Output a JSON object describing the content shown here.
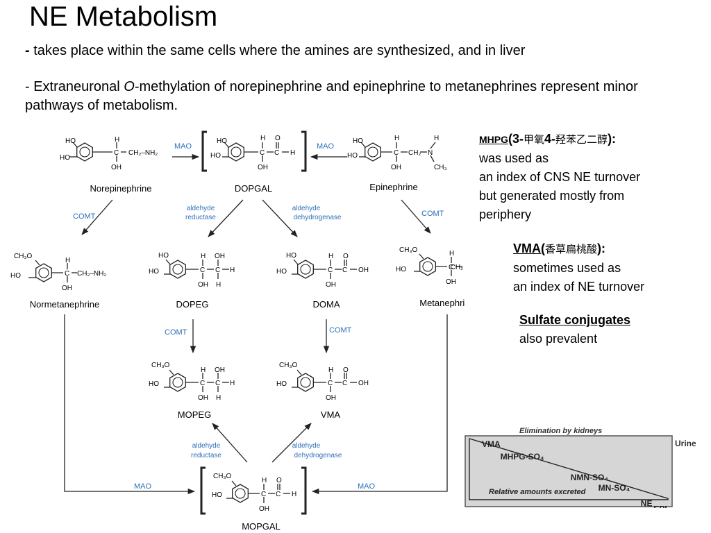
{
  "slide": {
    "title": "NE Metabolism",
    "bullet1_dash": "-",
    "bullet1_text": " takes place within the same cells where the amines are synthesized, and in liver",
    "bullet2_pre": "- Extraneuronal ",
    "bullet2_italic": "O",
    "bullet2_post": "-methylation of norepinephrine and epinephrine to metanephrines represent minor pathways of metabolism."
  },
  "notes": {
    "mhpg": {
      "abbr": "MHPG",
      "paren_open": "(",
      "num1": "3-",
      "cn1": "甲氧",
      "num2": "4-",
      "cn2": "羟苯乙二醇",
      "paren_close": "):",
      "lines": [
        "was used as",
        "an index of CNS NE turnover",
        "but generated mostly from",
        "periphery"
      ]
    },
    "vma": {
      "abbr": "VMA(",
      "cn": "香草扁桃酸",
      "paren_close": "):",
      "lines": [
        "sometimes used as",
        "an index of NE turnover"
      ]
    },
    "sulfate": {
      "heading": "Sulfate conjugates",
      "line": "also prevalent"
    }
  },
  "diagram": {
    "compounds": {
      "norepinephrine": "Norepinephrine",
      "dopgal": "DOPGAL",
      "epinephrine": "Epinephrine",
      "normetanephrine": "Normetanephrine",
      "dopeg": "DOPEG",
      "doma": "DOMA",
      "metanephrine": "Metanephrine",
      "mopeg": "MOPEG",
      "vma": "VMA",
      "mopgal": "MOPGAL"
    },
    "enzymes": {
      "mao": "MAO",
      "comt": "COMT",
      "aldehyde": "aldehyde",
      "reductase": "reductase",
      "dehydrogenase": "dehydrogenase"
    },
    "atoms": {
      "ho": "HO",
      "oh": "OH",
      "h": "H",
      "c": "C",
      "o": "O",
      "n": "N",
      "ch3o": "CH₃O",
      "ch2nh2": "CH₂–NH₂",
      "ch2": "CH₂",
      "ch3": "CH₃"
    },
    "colors": {
      "enzyme": "#2e6fb8",
      "arrow": "#222222"
    }
  },
  "chart_data": {
    "type": "area",
    "title": "Elimination by kidneys",
    "right_label": "Urine",
    "xlabel": "Relative amounts excreted",
    "categories": [
      "VMA",
      "MHPG-SO₄",
      "NMN-SO₄",
      "MN-SO₄",
      "NE",
      "EPI"
    ],
    "values": [
      1.0,
      0.82,
      0.5,
      0.35,
      0.12,
      0.05
    ],
    "colors": {
      "box": "#d6d6d6",
      "border": "#555555"
    }
  }
}
